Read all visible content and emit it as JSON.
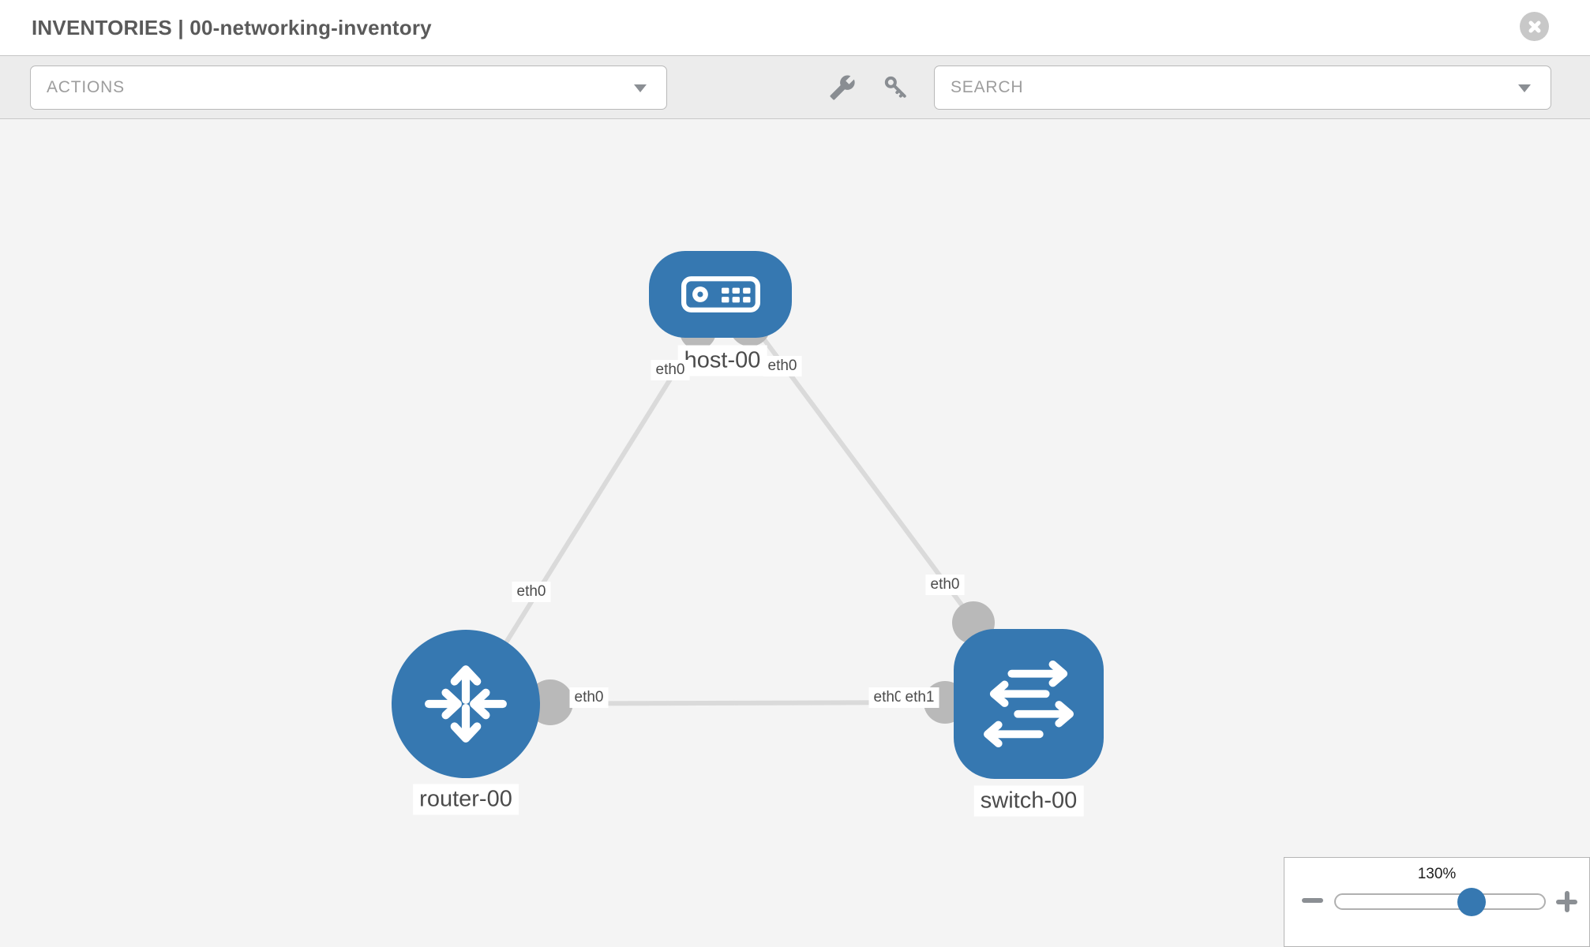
{
  "window": {
    "title": "INVENTORIES | 00-networking-inventory"
  },
  "toolbar": {
    "actions_placeholder": "ACTIONS",
    "search_placeholder": "SEARCH",
    "tools": [
      "wrench-icon",
      "key-icon"
    ]
  },
  "topology": {
    "nodes": [
      {
        "label": "host-00",
        "type": "host",
        "icon": "host-device-icon"
      },
      {
        "label": "router-00",
        "type": "router",
        "icon": "router-arrows-icon"
      },
      {
        "label": "switch-00",
        "type": "switch",
        "icon": "switch-arrows-icon"
      }
    ],
    "edges": [
      {
        "from": "host-00",
        "to": "router-00",
        "from_interface": "eth0",
        "to_interface": "eth0"
      },
      {
        "from": "host-00",
        "to": "switch-00",
        "from_interface": "eth0",
        "to_interface": "eth0"
      },
      {
        "from": "router-00",
        "to": "switch-00",
        "from_interface": "eth0",
        "to_interface": "eth1",
        "to_interface_hidden": "eth0"
      }
    ]
  },
  "zoom": {
    "level": "130%"
  },
  "colors": {
    "node_blue": "#3678b1",
    "port_gray": "#b9b9b9",
    "edge_gray": "#dadada",
    "canvas_bg": "#f4f4f4",
    "toolbar_bg": "#ececec"
  }
}
